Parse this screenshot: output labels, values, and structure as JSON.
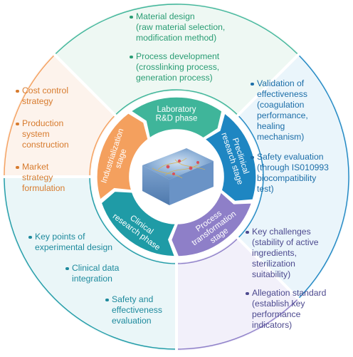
{
  "colors": {
    "rd": "#3fb59a",
    "preclinical": "#1e86c2",
    "process": "#8e7fc8",
    "clinical": "#1f9ba6",
    "industrial": "#f4a05e",
    "rd_bg": "#eef8f3",
    "preclinical_bg": "#eaf5fb",
    "process_bg": "#f2f0fa",
    "clinical_bg": "#eaf6f8",
    "industrial_bg": "#fdf3ec",
    "rd_text": "#2a9d74",
    "preclinical_text": "#1c6ea8",
    "process_text": "#4d4a8f",
    "clinical_text": "#1e8a9d",
    "industrial_text": "#d77b2e"
  },
  "stages": [
    {
      "key": "rd",
      "label_lines": [
        "Laboratory",
        "R&D phase"
      ]
    },
    {
      "key": "preclinical",
      "label_lines": [
        "Preclinical",
        "research stage"
      ]
    },
    {
      "key": "process",
      "label_lines": [
        "Process",
        "transformation",
        "stage"
      ]
    },
    {
      "key": "clinical",
      "label_lines": [
        "Clinical",
        "research phase"
      ]
    },
    {
      "key": "industrial",
      "label_lines": [
        "Industrialization",
        "stage"
      ]
    }
  ],
  "segments": {
    "rd": [
      [
        "Material design",
        "(raw material selection,",
        "modification method)"
      ],
      [
        "Process development",
        "(crosslinking process,",
        "generation process)"
      ]
    ],
    "preclinical": [
      [
        "Validation of",
        "effectiveness",
        "(coagulation",
        "performance,",
        "healing",
        "mechanism)"
      ],
      [
        "Safety evaluation",
        "(through IS010993",
        "biocompatibility",
        "test)"
      ]
    ],
    "process": [
      [
        "Key challenges",
        "(stability of active",
        "ingredients,",
        "sterilization",
        "suitability)"
      ],
      [
        "Allegation standard",
        "(establish key",
        "performance",
        "indicators)"
      ]
    ],
    "clinical": [
      [
        "Key points of",
        "experimental design"
      ],
      [
        "Clinical data",
        "integration"
      ],
      [
        "Safety and",
        "effectiveness",
        "evaluation"
      ]
    ],
    "industrial": [
      [
        "Cost control",
        "strategy"
      ],
      [
        "Production",
        "system",
        "construction"
      ],
      [
        "Market",
        "strategy",
        "formulation"
      ]
    ]
  }
}
